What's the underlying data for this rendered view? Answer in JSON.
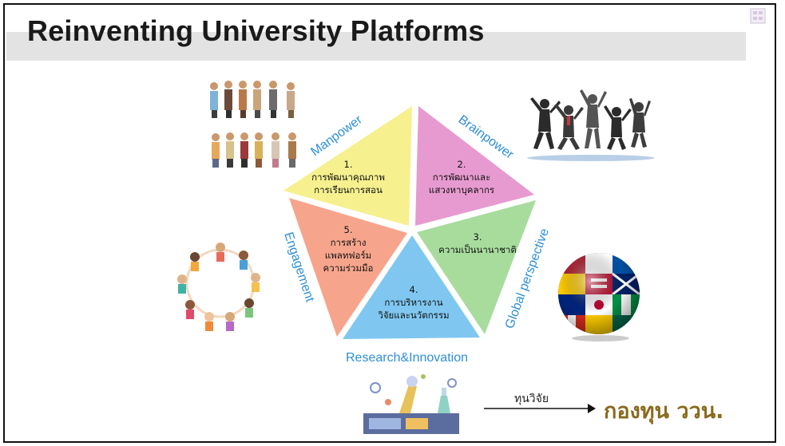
{
  "slide": {
    "title": "Reinventing University Platforms"
  },
  "pentagon": {
    "segments": [
      {
        "number": "1.",
        "lines": [
          "การพัฒนาคุณภาพ",
          "การเรียนการสอน"
        ],
        "color": "#f6f08e"
      },
      {
        "number": "2.",
        "lines": [
          "การพัฒนาและ",
          "แสวงหาบุคลากร"
        ],
        "color": "#e79ad0"
      },
      {
        "number": "3.",
        "lines": [
          "ความเป็นนานาชาติ"
        ],
        "color": "#a7dc9d"
      },
      {
        "number": "4.",
        "lines": [
          "การบริหารงาน",
          "วิจัยและนวัตกรรม"
        ],
        "color": "#7fc7f0"
      },
      {
        "number": "5.",
        "lines": [
          "การสร้าง",
          "แพลทฟอร์ม",
          "ความร่วมมือ"
        ],
        "color": "#f6a58c"
      }
    ],
    "labels": {
      "manpower": "Manpower",
      "brainpower": "Brainpower",
      "global": "Global perspective",
      "research": "Research&Innovation",
      "engagement": "Engagement"
    }
  },
  "flow": {
    "label": "ทุนวิจัย",
    "target": "กองทุน ววน."
  },
  "icons": [
    "people-group-icon",
    "jumping-businesspeople-icon",
    "flag-globe-icon",
    "children-circle-icon",
    "laboratory-icon"
  ]
}
